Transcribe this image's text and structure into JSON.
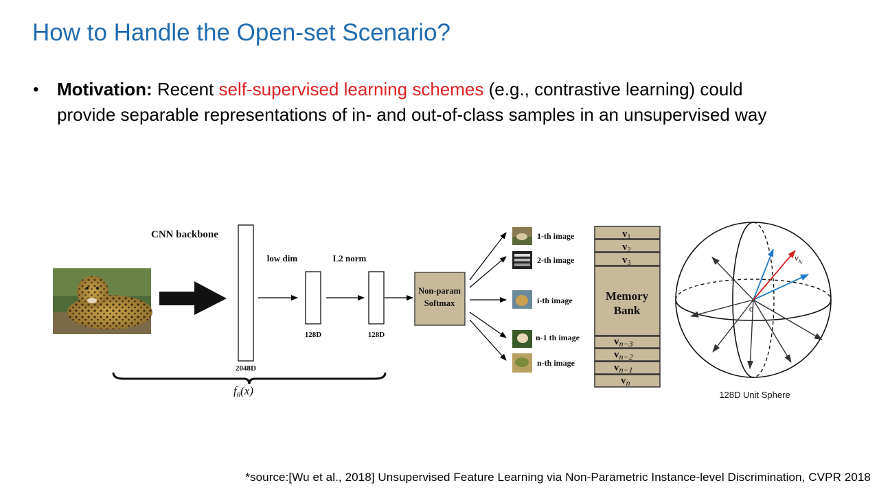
{
  "slide": {
    "title": "How to Handle the Open-set Scenario?",
    "bullet": {
      "lead": "Motivation:",
      "pre": "Recent",
      "highlight": "self-supervised learning schemes",
      "post_line1": "(e.g., contrastive learning) could",
      "line2": "provide separable representations of in- and out-of-class samples in an unsupervised way"
    },
    "source": "*source:[Wu  et al., 2018] Unsupervised  Feature Learning via Non-Parametric Instance-level Discrimination, CVPR 2018"
  },
  "diagram": {
    "cnn_label": "CNN backbone",
    "dim_2048": "2048D",
    "low_dim": "low dim",
    "l2_norm": "L2 norm",
    "dim_128_a": "128D",
    "dim_128_b": "128D",
    "softmax_line1": "Non-param",
    "softmax_line2": "Softmax",
    "func_f": "f",
    "func_sub": "θ",
    "func_rest": "(x)",
    "images": [
      "1-th image",
      "2-th image",
      "i-th image",
      "n-1 th image",
      "n-th image"
    ],
    "memory_top": [
      {
        "v": "v",
        "sub": "1"
      },
      {
        "v": "v",
        "sub": "2"
      },
      {
        "v": "v",
        "sub": "3"
      }
    ],
    "memory_line1": "Memory",
    "memory_line2": "Bank",
    "memory_bottom": [
      {
        "v": "v",
        "sub": "n−3"
      },
      {
        "v": "v",
        "sub": "n−2"
      },
      {
        "v": "v",
        "sub": "n−1"
      },
      {
        "v": "v",
        "sub": "n"
      }
    ],
    "sphere_vector": "v",
    "sphere_vector_sub": "x",
    "sphere_vector_subsub": "i",
    "sphere_origin": "o",
    "sphere_label": "128D Unit Sphere"
  },
  "colors": {
    "title": "#1f6bb0",
    "highlight": "#e02020",
    "softmax_fill": "#c8b99b",
    "memory_fill": "#c8b99b",
    "vector_blue": "#1f7ac8",
    "vector_red": "#d42020"
  }
}
